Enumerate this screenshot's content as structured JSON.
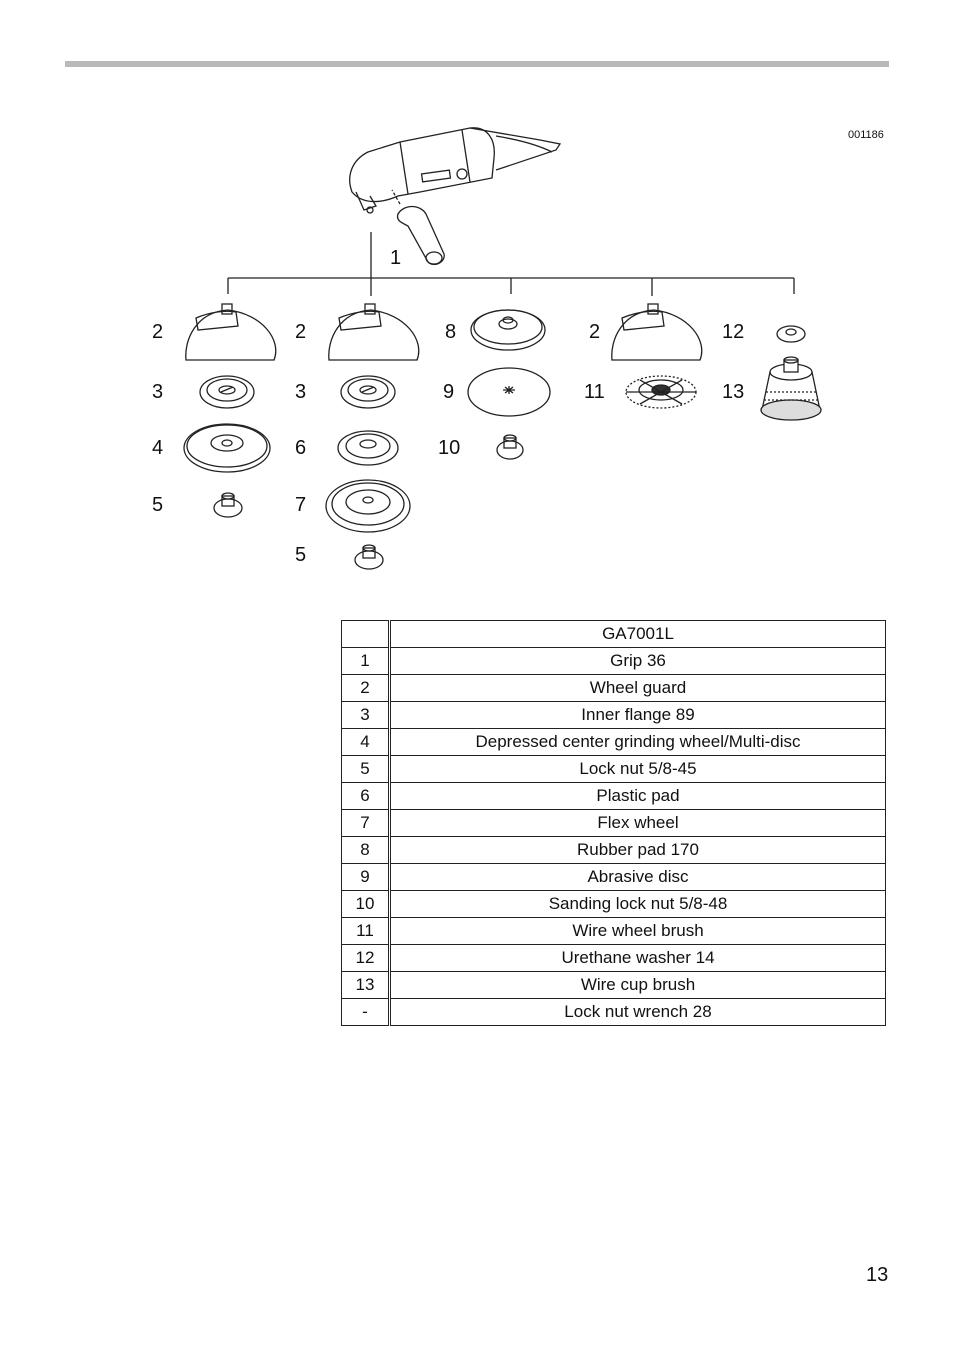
{
  "figure": {
    "code": "001186",
    "callouts": {
      "c1": "1",
      "col1": [
        "2",
        "3",
        "4",
        "5"
      ],
      "col2": [
        "2",
        "3",
        "6",
        "7",
        "5"
      ],
      "col3": [
        "8",
        "9",
        "10"
      ],
      "col4": [
        "2",
        "11"
      ],
      "col5": [
        "12",
        "13"
      ]
    }
  },
  "table": {
    "header": "GA7001L",
    "rows": [
      {
        "num": "1",
        "desc": "Grip 36"
      },
      {
        "num": "2",
        "desc": "Wheel guard"
      },
      {
        "num": "3",
        "desc": "Inner flange 89"
      },
      {
        "num": "4",
        "desc": "Depressed center grinding wheel/Multi-disc"
      },
      {
        "num": "5",
        "desc": "Lock nut 5/8-45"
      },
      {
        "num": "6",
        "desc": "Plastic pad"
      },
      {
        "num": "7",
        "desc": "Flex wheel"
      },
      {
        "num": "8",
        "desc": "Rubber pad 170"
      },
      {
        "num": "9",
        "desc": "Abrasive disc"
      },
      {
        "num": "10",
        "desc": "Sanding lock nut 5/8-48"
      },
      {
        "num": "11",
        "desc": "Wire wheel brush"
      },
      {
        "num": "12",
        "desc": "Urethane washer 14"
      },
      {
        "num": "13",
        "desc": "Wire cup brush"
      },
      {
        "num": "-",
        "desc": "Lock nut wrench 28"
      }
    ]
  },
  "page_number": "13"
}
